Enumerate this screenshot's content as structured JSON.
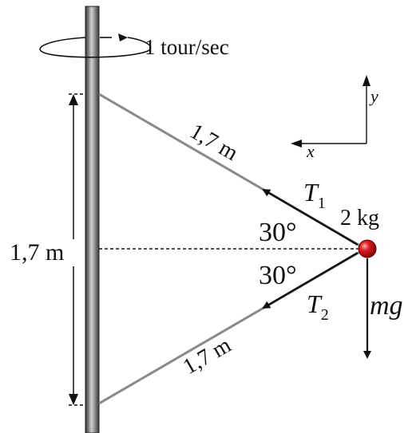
{
  "rotation_label": "1 tour/sec",
  "vertical_length_label": "1,7 m",
  "upper_rope_label": "1,7 m",
  "lower_rope_label": "1,7 m",
  "upper_angle_label": "30°",
  "lower_angle_label": "30°",
  "mass_label": "2 kg",
  "tension_upper": {
    "symbol": "T",
    "subscript": "1"
  },
  "tension_lower": {
    "symbol": "T",
    "subscript": "2"
  },
  "weight_label": "mg",
  "axis_x_label": "x",
  "axis_y_label": "y",
  "colors": {
    "pole_dark": "#3c3c3c",
    "pole_light": "#c8c8c8",
    "ball": "#d01010",
    "ball_highlight": "#ff9a9a",
    "rope": "#8a8a8a",
    "ink": "#111111"
  }
}
